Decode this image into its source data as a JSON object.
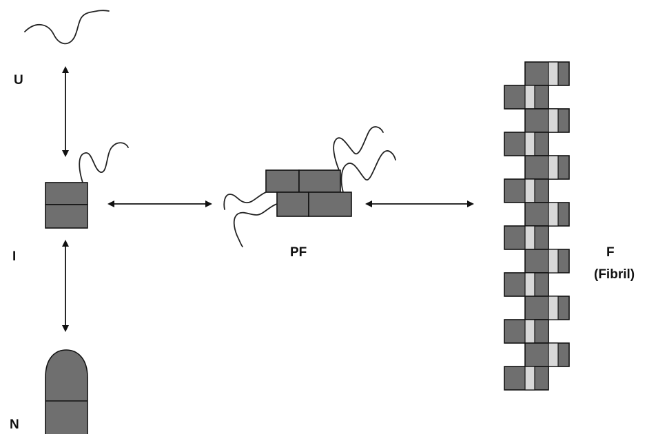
{
  "labels": {
    "unfolded": "U",
    "intermediate": "I",
    "native": "N",
    "protofibril": "PF",
    "fibril_letter": "F",
    "fibril_name": "(Fibril)"
  },
  "colors": {
    "block_fill": "#6f6f6f",
    "block_stroke": "#111111",
    "fibril_gap": "#d8d8d8",
    "chain": "#222222",
    "background": "#ffffff"
  }
}
